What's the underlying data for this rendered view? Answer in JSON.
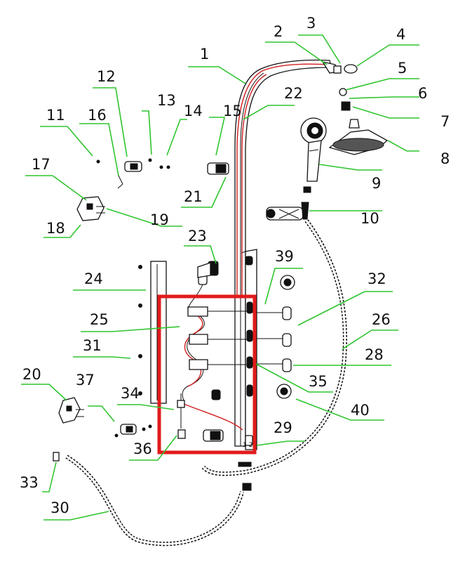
{
  "diagram": {
    "callouts": [
      {
        "id": "c1",
        "label": "1"
      },
      {
        "id": "c2",
        "label": "2"
      },
      {
        "id": "c3",
        "label": "3"
      },
      {
        "id": "c4",
        "label": "4"
      },
      {
        "id": "c5",
        "label": "5"
      },
      {
        "id": "c6",
        "label": "6"
      },
      {
        "id": "c7",
        "label": "7"
      },
      {
        "id": "c8",
        "label": "8"
      },
      {
        "id": "c9",
        "label": "9"
      },
      {
        "id": "c10",
        "label": "10"
      },
      {
        "id": "c11",
        "label": "11"
      },
      {
        "id": "c12",
        "label": "12"
      },
      {
        "id": "c13",
        "label": "13"
      },
      {
        "id": "c14",
        "label": "14"
      },
      {
        "id": "c15",
        "label": "15"
      },
      {
        "id": "c16",
        "label": "16"
      },
      {
        "id": "c17",
        "label": "17"
      },
      {
        "id": "c18",
        "label": "18"
      },
      {
        "id": "c19",
        "label": "19"
      },
      {
        "id": "c20",
        "label": "20"
      },
      {
        "id": "c21",
        "label": "21"
      },
      {
        "id": "c22",
        "label": "22"
      },
      {
        "id": "c23",
        "label": "23"
      },
      {
        "id": "c24",
        "label": "24"
      },
      {
        "id": "c25",
        "label": "25"
      },
      {
        "id": "c26",
        "label": "26"
      },
      {
        "id": "c28",
        "label": "28"
      },
      {
        "id": "c29",
        "label": "29"
      },
      {
        "id": "c30",
        "label": "30"
      },
      {
        "id": "c31",
        "label": "31"
      },
      {
        "id": "c32",
        "label": "32"
      },
      {
        "id": "c33",
        "label": "33"
      },
      {
        "id": "c34",
        "label": "34"
      },
      {
        "id": "c35",
        "label": "35"
      },
      {
        "id": "c36",
        "label": "36"
      },
      {
        "id": "c37",
        "label": "37"
      },
      {
        "id": "c39",
        "label": "39"
      },
      {
        "id": "c40",
        "label": "40"
      }
    ],
    "colors": {
      "leader": "#2fc52f",
      "highlight_box": "#e11b1b",
      "hot_line": "#d21e1e",
      "ink": "#111111"
    }
  }
}
